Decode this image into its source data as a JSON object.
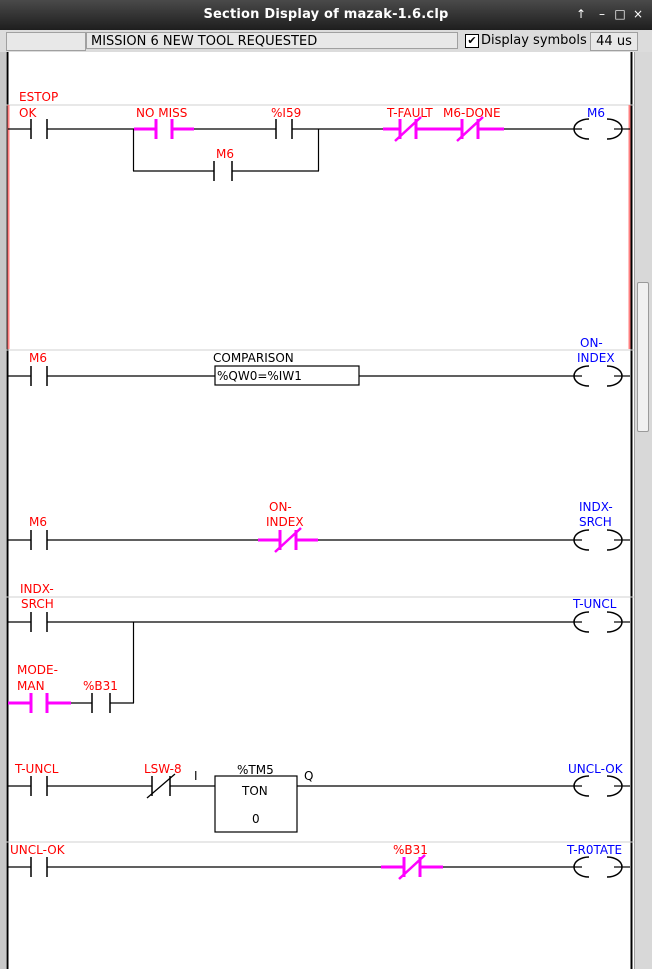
{
  "window": {
    "title": "Section Display of mazak-1.6.clp",
    "buttons": [
      "↑",
      "–",
      "□",
      "×"
    ]
  },
  "toolbar": {
    "status_text": "MISSION 6 NEW TOOL REQUESTED",
    "display_symbols_label": "Display symbols",
    "display_symbols_checked": true,
    "check_glyph": "✔",
    "scan_time": "44 us"
  },
  "colors": {
    "symbol_red": "#ff0000",
    "coil_blue": "#0000ff",
    "active_magenta": "#ff00ff",
    "rung_selected": "#ff8080",
    "wire": "#000000"
  },
  "rungs": [
    {
      "contacts": [
        {
          "label": "ESTOP\nOK",
          "type": "NO",
          "active": false
        },
        {
          "label": "NO MISS",
          "type": "NO",
          "active": true
        },
        {
          "label": "%I59",
          "type": "NO",
          "active": false
        },
        {
          "label": "M6",
          "type": "NO",
          "active": false,
          "branch": true
        },
        {
          "label": "T-FAULT",
          "type": "NC",
          "active": true
        },
        {
          "label": "M6-DONE",
          "type": "NC",
          "active": true
        }
      ],
      "coil": "M6"
    },
    {
      "contacts": [
        {
          "label": "M6",
          "type": "NO",
          "active": false
        }
      ],
      "comparison": {
        "title": "COMPARISON",
        "expression": "%QW0=%IW1"
      },
      "coil": "ON-\nINDEX"
    },
    {
      "contacts": [
        {
          "label": "M6",
          "type": "NO",
          "active": false
        },
        {
          "label": "ON-\nINDEX",
          "type": "NC",
          "active": true
        }
      ],
      "coil": "INDX-\nSRCH"
    },
    {
      "contacts": [
        {
          "label": "INDX-\nSRCH",
          "type": "NO",
          "active": false
        },
        {
          "label": "MODE-\nMAN",
          "type": "NO",
          "active": true
        },
        {
          "label": "%B31",
          "type": "NO",
          "active": false
        }
      ],
      "coil": "T-UNCL"
    },
    {
      "contacts": [
        {
          "label": "T-UNCL",
          "type": "NO",
          "active": false
        },
        {
          "label": "LSW-8",
          "type": "NC",
          "active": false
        }
      ],
      "timer": {
        "name": "%TM5",
        "type": "TON",
        "value": "0",
        "input_pin": "I",
        "output_pin": "Q"
      },
      "coil": "UNCL-OK"
    },
    {
      "contacts": [
        {
          "label": "UNCL-OK",
          "type": "NO",
          "active": false
        },
        {
          "label": "%B31",
          "type": "NC",
          "active": true
        }
      ],
      "coil": "T-R0TATE"
    }
  ]
}
